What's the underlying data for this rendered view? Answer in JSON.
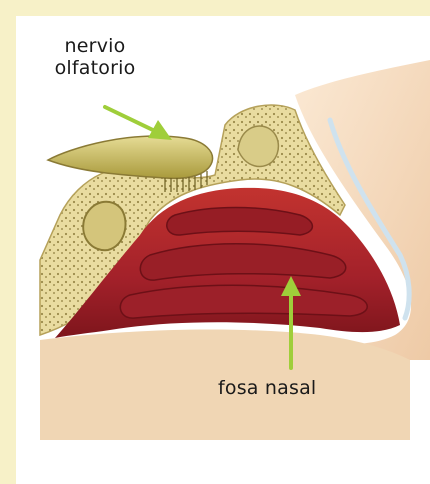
{
  "labels": {
    "olfactory_nerve": [
      "nervio",
      "olfatorio"
    ],
    "nasal_cavity": "fosa nasal"
  },
  "colors": {
    "frame": "#f7f1c8",
    "arrow": "#9fce3a",
    "mucosa": "#b0262a",
    "mucosa_dark": "#7e151c",
    "bone": "#e9dca0",
    "nerve": "#c3b55a",
    "skin": "#f3d9bb"
  }
}
